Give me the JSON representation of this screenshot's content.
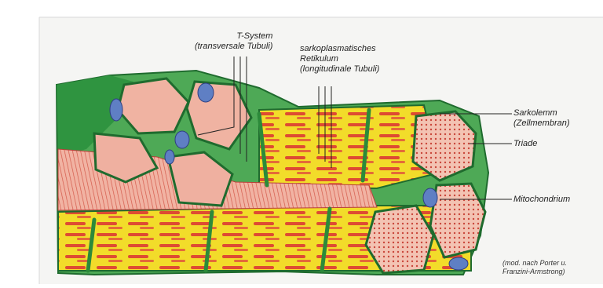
{
  "labels": {
    "t_system": {
      "line1": "T-System",
      "line2": "(transversale Tubuli)"
    },
    "sr": {
      "line1": "sarkoplasmatisches",
      "line2": "Retikulum",
      "line3": "(longitudinale Tubuli)"
    },
    "sarkolemm": {
      "line1": "Sarkolemm",
      "line2": "(Zellmembran)"
    },
    "triade": "Triade",
    "mitochondrium": "Mitochondrium",
    "credit": {
      "line1": "(mod. nach Porter u.",
      "line2": "Franzini-Armstrong)"
    }
  },
  "colors": {
    "panel": "#f6f6f4",
    "membrane": "#4fae5a",
    "membrane_dark": "#1f6b2e",
    "sr_yellow": "#f2dc2a",
    "myofibril_red": "#d8503e",
    "fibril_pink": "#f0b8a8",
    "mito_blue": "#5f7fc4",
    "outer_green": "#2e8f3e"
  }
}
